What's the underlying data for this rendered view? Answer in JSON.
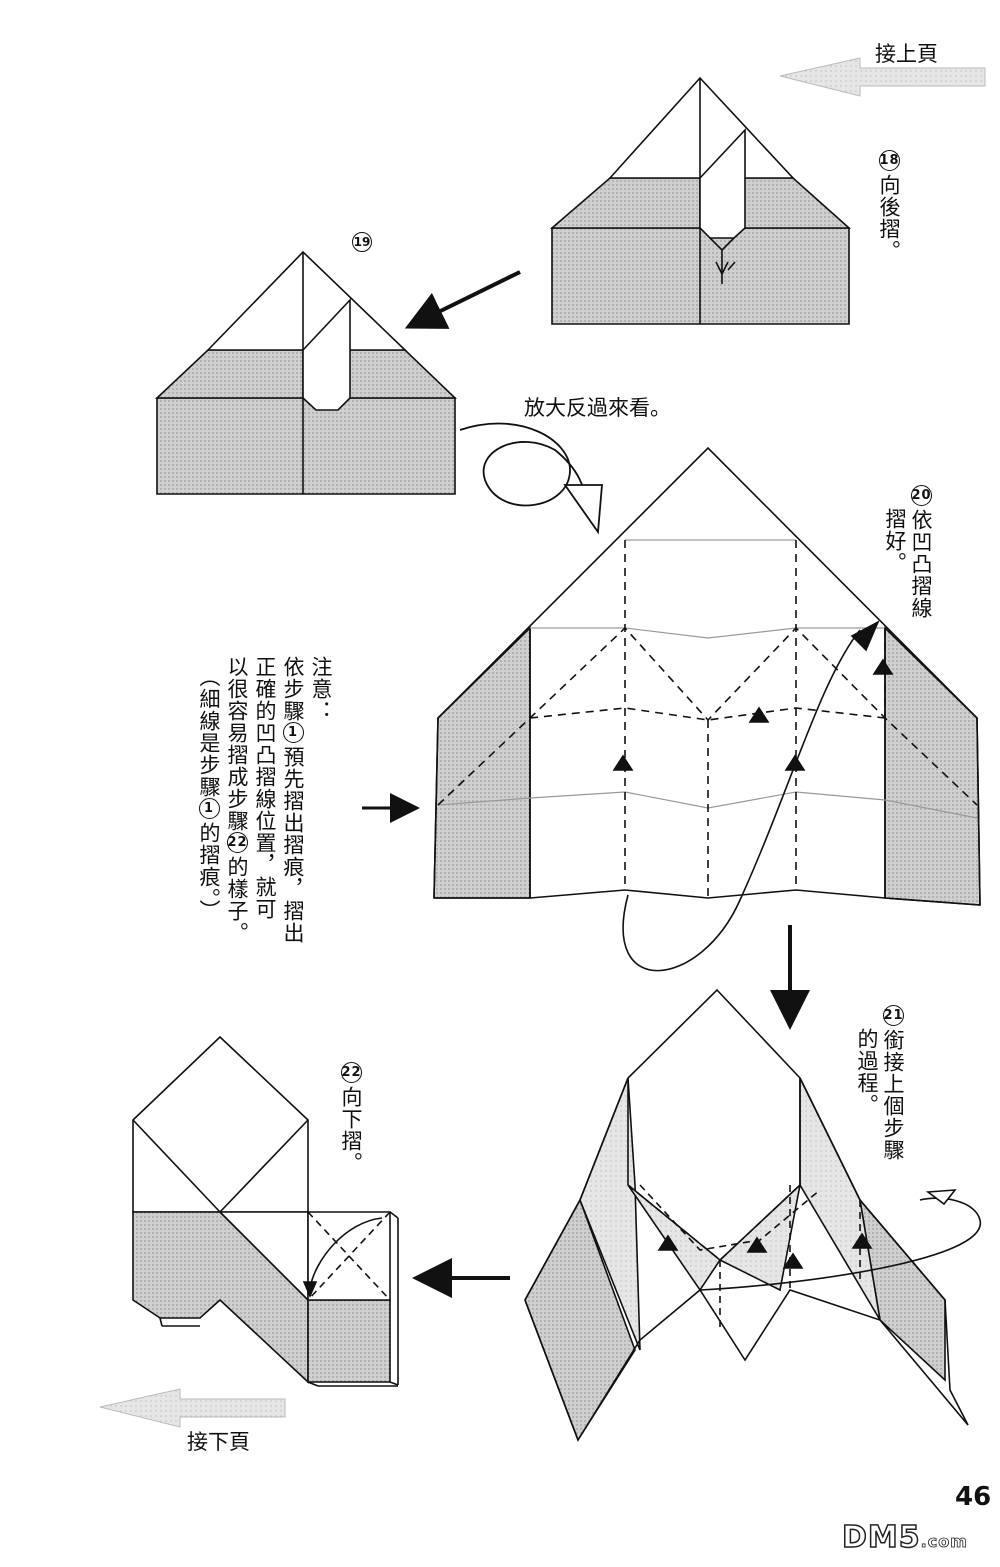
{
  "nav": {
    "prev_label": "接上頁",
    "next_label": "接下頁"
  },
  "steps": {
    "s18": {
      "num": "18",
      "text": "向後摺。"
    },
    "s19": {
      "num": "19"
    },
    "s19_caption": "放大反過來看。",
    "s20": {
      "num": "20",
      "line1": "依凹凸摺線",
      "line2": "摺好。"
    },
    "s21": {
      "num": "21",
      "line1": "銜接上個步驟",
      "line2": "的過程。"
    },
    "s22": {
      "num": "22",
      "text": "向下摺。"
    }
  },
  "note": {
    "title": "注意：",
    "line1a": "依步驟",
    "line1_num": "1",
    "line1b": "預先摺出摺痕，摺出",
    "line2": "正確的凹凸摺線位置，就可",
    "line3a": "以很容易摺成步驟",
    "line3_num": "22",
    "line3b": "的樣子。",
    "line4a": "（細線是步驟",
    "line4_num": "1",
    "line4b": "的摺痕。）"
  },
  "page_number": "46",
  "watermark": {
    "main": "DM5",
    "suffix": ".com"
  },
  "colors": {
    "shade": "#c8c8c8",
    "light_shade": "#e2e2e2",
    "line": "#111111"
  }
}
